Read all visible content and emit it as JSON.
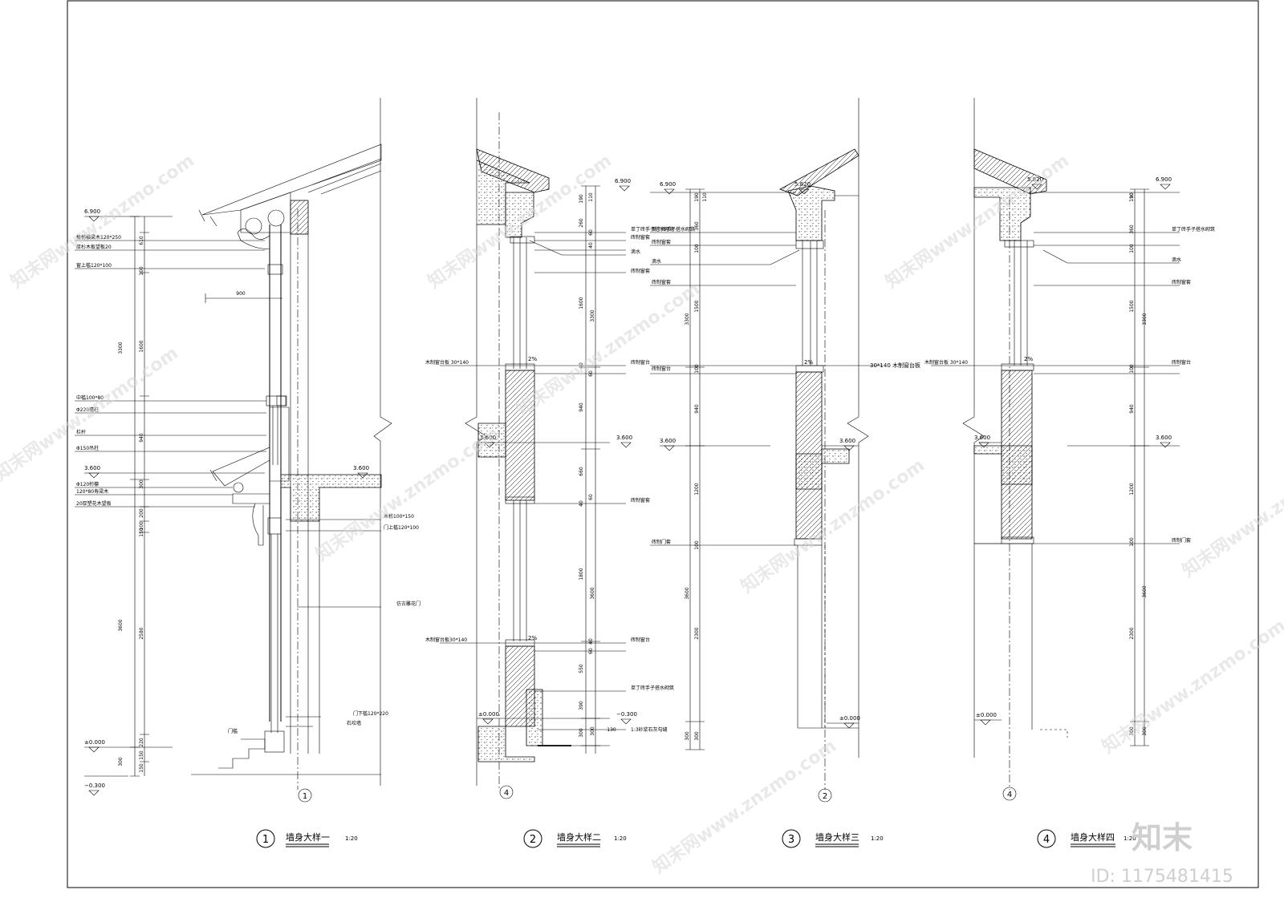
{
  "sheet": {
    "brand_text": "知末",
    "image_id": "ID: 1175481415",
    "watermark_text": "知末网www.znzmo.com"
  },
  "sections": [
    {
      "num": "1",
      "title": "墙身大样一",
      "scale": "1:20",
      "axis": "1",
      "levels": [
        "6.900",
        "3.600",
        "3.600",
        "±0.000",
        "−0.300"
      ],
      "dims_total": [
        "3300",
        "3600",
        "300"
      ],
      "dims_detail": [
        "610",
        "100",
        "1600",
        "940",
        "300",
        "200",
        "100",
        "150",
        "2580",
        "220",
        "150",
        "150"
      ],
      "dim_900": "900",
      "labels_left": [
        "椽枋横梁木120*250",
        "厚杉木板望板20",
        "窗上槛120*100",
        "中槛100*80",
        "Φ220檐柱",
        "栏杆",
        "Φ150吊柱",
        "Φ120桁檩",
        "120*80寿梁木",
        "20厚塑花木望板"
      ],
      "labels_right": [
        "木枋100*150",
        "门上槛120*100",
        "仿古雕花门",
        "门下槛120*220",
        "石坎墙"
      ],
      "label_door_sill": "门槛"
    },
    {
      "num": "2",
      "title": "墙身大样二",
      "scale": "1:20",
      "axis": "4",
      "levels": [
        "6.900",
        "3.600",
        "3.600",
        "±0.000",
        "−0.300"
      ],
      "dims_total": [
        "3300",
        "3600",
        "300"
      ],
      "dims_detail": [
        "190",
        "110",
        "260",
        "60",
        "40",
        "1600",
        "40",
        "60",
        "940",
        "660",
        "60",
        "40",
        "1800",
        "40",
        "60",
        "550",
        "390",
        "300",
        "130"
      ],
      "labels_left": [
        "木制窗台板 30*140",
        "木制窗台板30*140"
      ],
      "labels_right": [
        "单丁砖手子搭水砌筑",
        "砖制窗套",
        "滴水",
        "砖制窗套",
        "砖制窗台",
        "砖制窗套",
        "砖制窗台",
        "单丁砖手子搭水砌筑",
        "1:3砂浆石灰勾缝"
      ],
      "slope": "2%"
    },
    {
      "num": "3",
      "title": "墙身大样三",
      "scale": "1:20",
      "axis": "2",
      "levels": [
        "6.900",
        "5.820",
        "3.600",
        "3.600",
        "±0.000"
      ],
      "dims_total": [
        "3300",
        "3600",
        "300"
      ],
      "dims_detail": [
        "190",
        "110",
        "360",
        "100",
        "1500",
        "100",
        "940",
        "1200",
        "100",
        "2300",
        "300"
      ],
      "labels_left": [
        "单丁砖手子搭水砌筑",
        "砖制窗套",
        "滴水",
        "砖制窗套",
        "砖制窗台",
        "砖制门套"
      ],
      "labels_right": [
        "30*140 木制窗台板"
      ],
      "slope": "2%"
    },
    {
      "num": "4",
      "title": "墙身大样四",
      "scale": "1:20",
      "axis": "4",
      "levels": [
        "6.900",
        "5.820",
        "3.600",
        "3.600",
        "±0.000"
      ],
      "dims_total": [
        "3300",
        "3600",
        "300"
      ],
      "dims_detail": [
        "190",
        "110",
        "360",
        "100",
        "1500",
        "100",
        "940",
        "1200",
        "100",
        "2300",
        "300"
      ],
      "labels_left": [
        "木制窗台板 30*140"
      ],
      "labels_right": [
        "单丁砖手子搭水砌筑",
        "滴水",
        "砖制窗套",
        "砖制窗台",
        "砖制门套"
      ],
      "slope": "2%"
    }
  ]
}
